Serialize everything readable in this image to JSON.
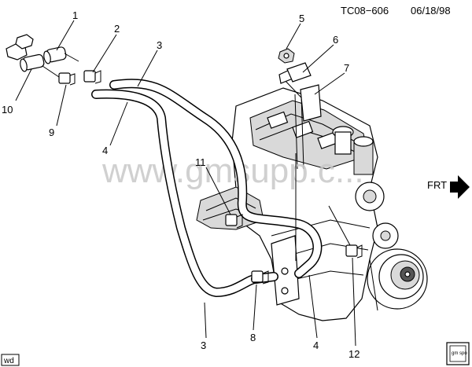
{
  "header": {
    "code": "TC08−606",
    "date": "06/18/98"
  },
  "watermark": "www.gmsupp.c...",
  "direction": {
    "label": "FRT"
  },
  "corner_tag": "wd",
  "logo_text": "gm spo",
  "callouts": {
    "c1": "1",
    "c2": "2",
    "c3a": "3",
    "c3b": "3",
    "c4a": "4",
    "c4b": "4",
    "c5": "5",
    "c6": "6",
    "c7": "7",
    "c8": "8",
    "c9": "9",
    "c10": "10",
    "c11": "11",
    "c12": "12"
  }
}
